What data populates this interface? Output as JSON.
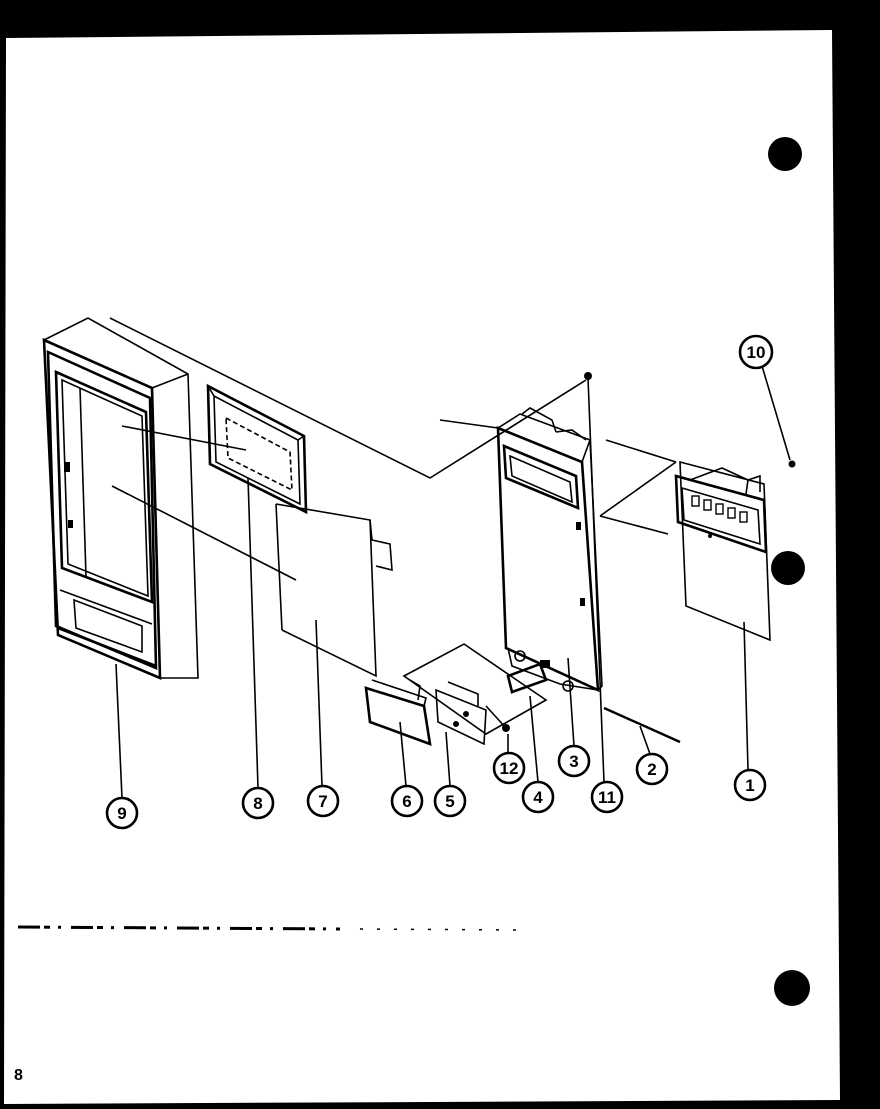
{
  "diagram": {
    "page_number": "8",
    "callouts": [
      {
        "id": "1",
        "label": "1"
      },
      {
        "id": "2",
        "label": "2"
      },
      {
        "id": "3",
        "label": "3"
      },
      {
        "id": "4",
        "label": "4"
      },
      {
        "id": "5",
        "label": "5"
      },
      {
        "id": "6",
        "label": "6"
      },
      {
        "id": "7",
        "label": "7"
      },
      {
        "id": "8",
        "label": "8"
      },
      {
        "id": "9",
        "label": "9"
      },
      {
        "id": "10",
        "label": "10"
      },
      {
        "id": "11",
        "label": "11"
      },
      {
        "id": "12",
        "label": "12"
      }
    ],
    "colors": {
      "ink": "#000000",
      "paper": "#ffffff"
    }
  }
}
